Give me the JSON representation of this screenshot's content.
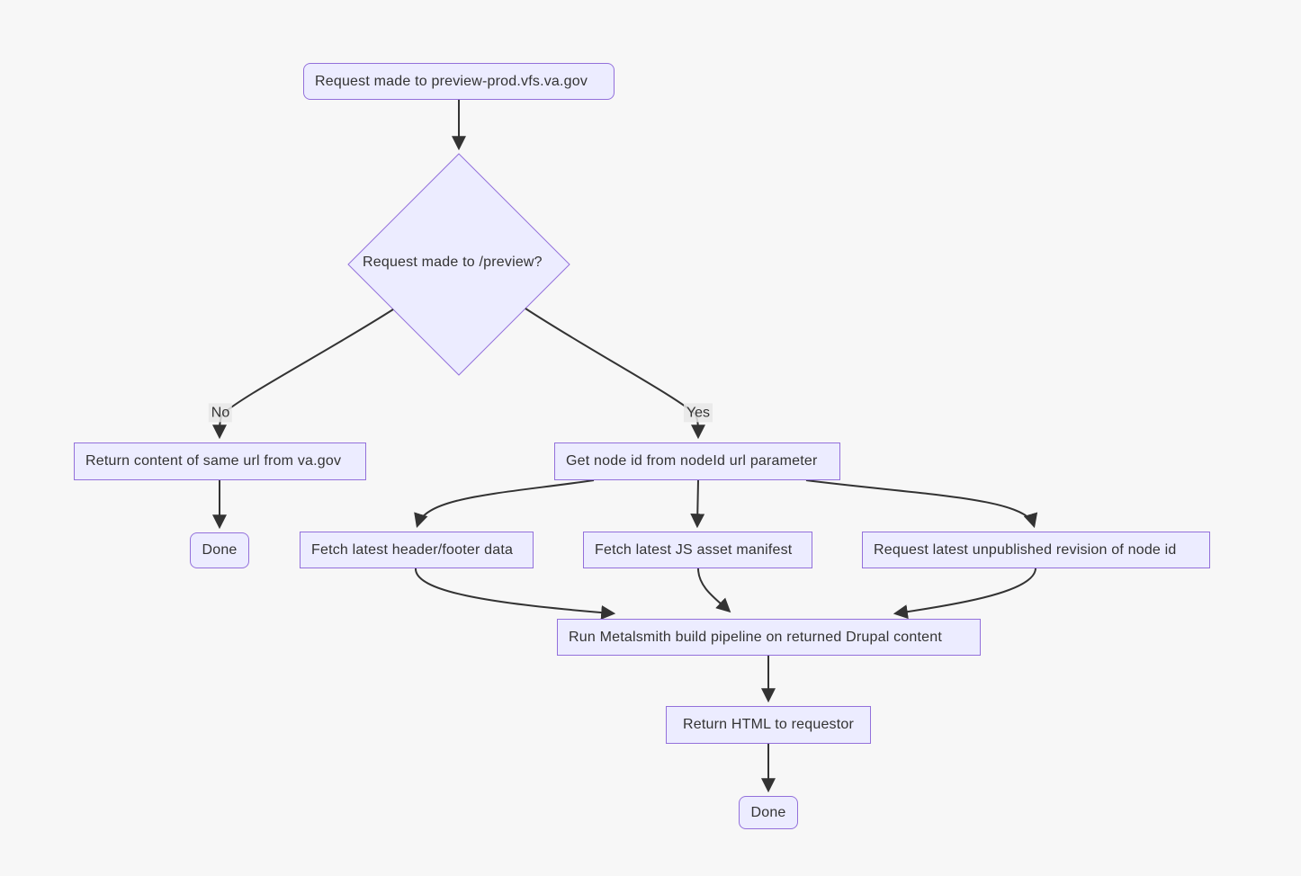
{
  "diagram": {
    "type": "flowchart",
    "colors": {
      "background": "#f7f7f7",
      "node_fill": "#ECECFF",
      "node_border": "#9370DB",
      "edge_color": "#333333",
      "text_color": "#333333",
      "edge_label_background": "#e8e8e8"
    },
    "nodes": {
      "request": {
        "label": "Request made to preview-prod.vfs.va.gov",
        "shape": "rounded-rect"
      },
      "decision": {
        "label": "Request made to /preview?",
        "shape": "diamond"
      },
      "return_content": {
        "label": "Return content of same url from va.gov",
        "shape": "rect"
      },
      "done_left": {
        "label": "Done",
        "shape": "rounded-rect"
      },
      "get_node": {
        "label": "Get node id from nodeId url parameter",
        "shape": "rect"
      },
      "fetch_header": {
        "label": "Fetch latest header/footer data",
        "shape": "rect"
      },
      "fetch_js": {
        "label": "Fetch latest JS asset manifest",
        "shape": "rect"
      },
      "request_revision": {
        "label": "Request latest unpublished revision of node id",
        "shape": "rect"
      },
      "run_metalsmith": {
        "label": "Run Metalsmith build pipeline on returned Drupal content",
        "shape": "rect"
      },
      "return_html": {
        "label": "Return HTML to requestor",
        "shape": "rect"
      },
      "done_bottom": {
        "label": "Done",
        "shape": "rounded-rect"
      }
    },
    "edge_labels": {
      "no": "No",
      "yes": "Yes"
    },
    "edges": [
      {
        "from": "request",
        "to": "decision",
        "label": ""
      },
      {
        "from": "decision",
        "to": "return_content",
        "label": "No"
      },
      {
        "from": "decision",
        "to": "get_node",
        "label": "Yes"
      },
      {
        "from": "return_content",
        "to": "done_left",
        "label": ""
      },
      {
        "from": "get_node",
        "to": "fetch_header",
        "label": ""
      },
      {
        "from": "get_node",
        "to": "fetch_js",
        "label": ""
      },
      {
        "from": "get_node",
        "to": "request_revision",
        "label": ""
      },
      {
        "from": "fetch_header",
        "to": "run_metalsmith",
        "label": ""
      },
      {
        "from": "fetch_js",
        "to": "run_metalsmith",
        "label": ""
      },
      {
        "from": "request_revision",
        "to": "run_metalsmith",
        "label": ""
      },
      {
        "from": "run_metalsmith",
        "to": "return_html",
        "label": ""
      },
      {
        "from": "return_html",
        "to": "done_bottom",
        "label": ""
      }
    ]
  }
}
